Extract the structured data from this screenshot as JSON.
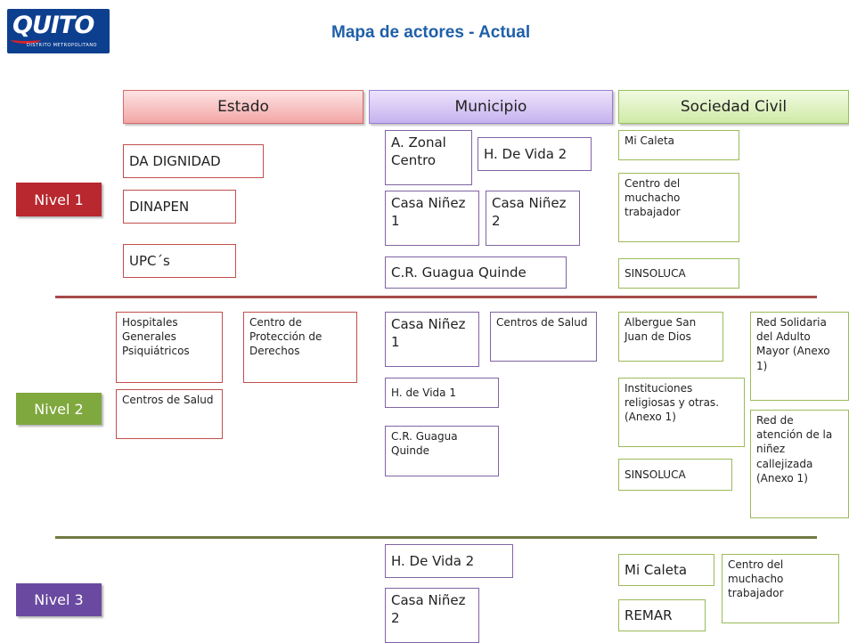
{
  "logo": {
    "word": "QUITO",
    "sub": "DISTRITO METROPOLITANO"
  },
  "title": "Mapa de actores - Actual",
  "columns": {
    "estado": "Estado",
    "municipio": "Municipio",
    "sociedad": "Sociedad Civil"
  },
  "levels": {
    "n1": "Nivel  1",
    "n2": "Nivel  2",
    "n3": "Nivel  3"
  },
  "nivel1": {
    "estado": [
      "DA DIGNIDAD",
      "DINAPEN",
      "UPC´s"
    ],
    "municipio": [
      "A. Zonal Centro",
      "H. De Vida 2",
      "Casa Niñez 1",
      "Casa Niñez 2",
      "C.R. Guagua Quinde"
    ],
    "sociedad": [
      "Mi Caleta",
      "Centro del muchacho trabajador",
      "SINSOLUCA"
    ]
  },
  "nivel2": {
    "estado": [
      "Hospitales Generales Psiquiátricos",
      "Centro de Protección de Derechos",
      "Centros de Salud"
    ],
    "municipio": [
      "Casa Niñez 1",
      "Centros de Salud",
      "H. de Vida 1",
      "C.R. Guagua Quinde"
    ],
    "sociedad": [
      "Albergue San Juan de Dios",
      "Red Solidaria del Adulto Mayor (Anexo 1)",
      "Instituciones religiosas y otras. (Anexo 1)",
      "Red de atención de la niñez callejizada (Anexo 1)",
      "SINSOLUCA"
    ]
  },
  "nivel3": {
    "municipio": [
      "H. De Vida 2",
      "Casa Niñez 2"
    ],
    "sociedad": [
      "Mi Caleta",
      "Centro del muchacho trabajador",
      "REMAR"
    ]
  }
}
